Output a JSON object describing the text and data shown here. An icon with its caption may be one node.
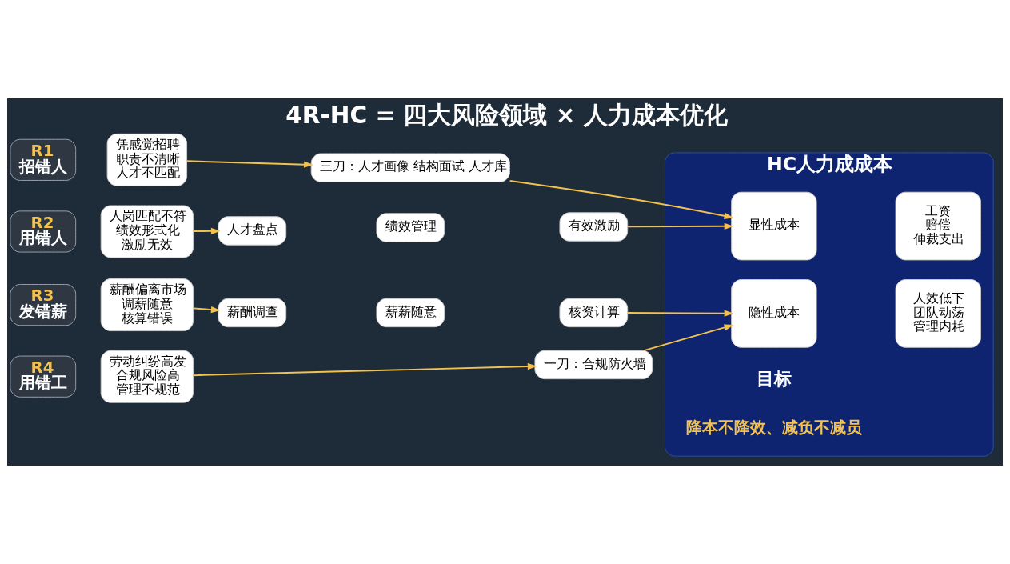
{
  "diagram": {
    "title": "4R-HC = 四大风险领域 × 人力成本优化",
    "nodes": [
      {
        "text": [
          "R1",
          "招错人"
        ]
      },
      {
        "text": [
          "凭感觉招聘",
          "职责不清晰",
          "人才不匹配"
        ]
      },
      {
        "text": [
          "三刀：人才画像 结构面试 人才库"
        ]
      },
      {
        "text": [
          "R2",
          "用错人"
        ]
      },
      {
        "text": [
          "人岗匹配不符",
          "绩效形式化",
          "激励无效"
        ]
      },
      {
        "text": [
          "人才盘点"
        ]
      },
      {
        "text": [
          "绩效管理"
        ]
      },
      {
        "text": [
          "有效激励"
        ]
      },
      {
        "text": [
          "R3",
          "发错薪"
        ]
      },
      {
        "text": [
          "薪酬偏离市场",
          "调薪随意",
          "核算错误"
        ]
      },
      {
        "text": [
          "薪酬调查"
        ]
      },
      {
        "text": [
          "薪薪随意"
        ]
      },
      {
        "text": [
          "核资计算"
        ]
      },
      {
        "text": [
          "R4",
          "用错工"
        ]
      },
      {
        "text": [
          "劳动纠纷高发",
          "合规风险高",
          "管理不规范"
        ]
      },
      {
        "text": [
          "一刀：合规防火墙"
        ]
      },
      {
        "text": [
          "HC人力成成本"
        ]
      },
      {
        "text": [
          "显性成本"
        ],
        "in": 16
      },
      {
        "text": [
          "工资",
          "赔偿",
          "伸裁支出"
        ],
        "in": 16
      },
      {
        "text": [
          "隐性成本"
        ],
        "in": 16
      },
      {
        "text": [
          "人效低下",
          "团队动荡",
          "管理内耗"
        ],
        "in": 16
      }
    ],
    "edges": [
      {
        "from": 1,
        "to": 2,
        "arrow": "to"
      },
      {
        "from": 4,
        "to": 5,
        "arrow": "to"
      },
      {
        "from": 9,
        "to": 10,
        "arrow": "to"
      },
      {
        "from": 14,
        "to": 15,
        "arrow": "to"
      },
      {
        "from": 2,
        "to": 17,
        "arrow": "to"
      },
      {
        "from": 7,
        "to": 17,
        "arrow": "to"
      },
      {
        "from": 12,
        "to": 19,
        "arrow": "to"
      },
      {
        "from": 15,
        "to": 19,
        "arrow": "to"
      }
    ],
    "labels": [
      "目标",
      "降本不降效、减负不减员"
    ]
  }
}
